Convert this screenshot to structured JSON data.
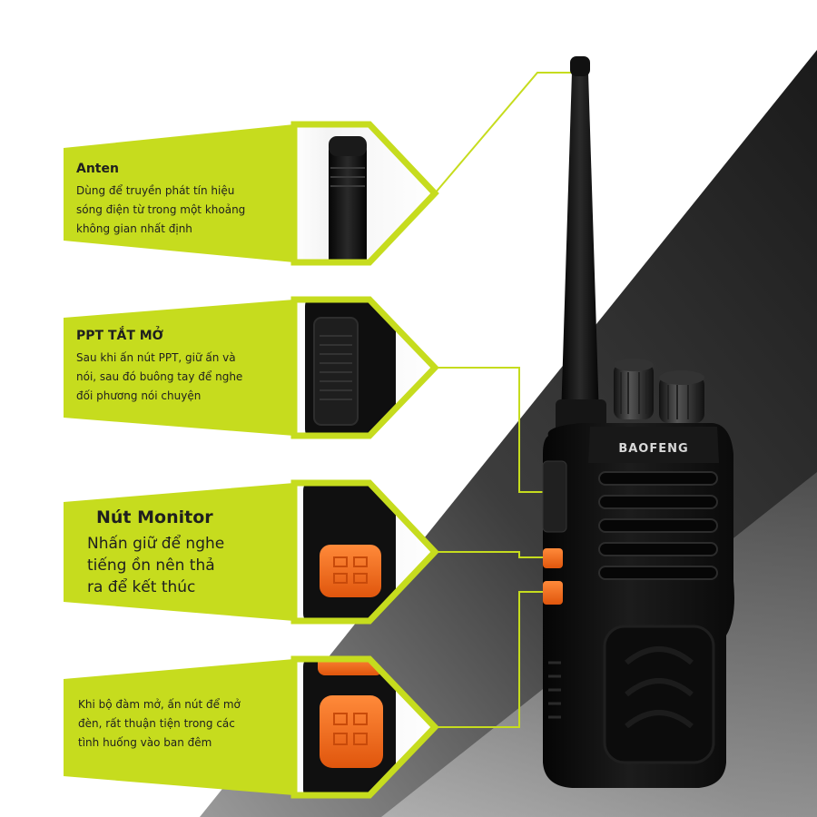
{
  "brand": "BAOFENG",
  "colors": {
    "accent": "#c6dc1e",
    "device": "#141414",
    "button": "#f26a1b"
  },
  "callouts": [
    {
      "title": "Anten",
      "lines": [
        "Dùng để truyền phát tín hiệu",
        "sóng điện từ trong một khoảng",
        "không gian nhất định"
      ],
      "icon": "antenna-closeup-icon"
    },
    {
      "title": "PPT TẮT MỞ",
      "lines": [
        "Sau khi ấn nút PPT, giữ ấn và",
        "nói, sau đó buông tay để nghe",
        "đối phương nói chuyện"
      ],
      "icon": "ptt-button-closeup-icon"
    },
    {
      "title": "Nút Monitor",
      "lines": [
        "Nhấn giữ để nghe",
        "tiếng ồn nên thả",
        "ra để kết thúc"
      ],
      "icon": "monitor-button-closeup-icon"
    },
    {
      "title": "",
      "lines": [
        "Khi bộ đàm mở, ấn nút để mở",
        "đèn, rất thuận tiện trong các",
        "tình huống vào ban đêm"
      ],
      "icon": "light-button-closeup-icon"
    }
  ]
}
